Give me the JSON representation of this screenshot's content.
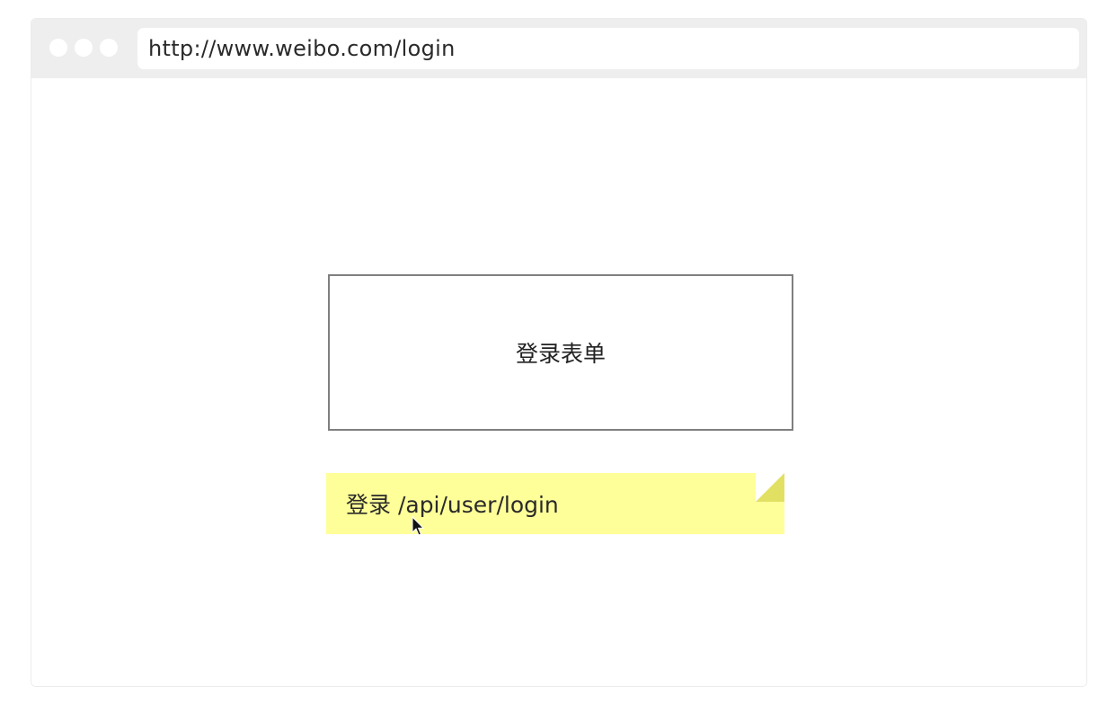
{
  "browser": {
    "address_bar": {
      "url": "http://www.weibo.com/login"
    }
  },
  "page": {
    "form_box": {
      "label": "登录表单"
    },
    "note": {
      "text": "登录 /api/user/login",
      "color": "#ffff99",
      "fold_color": "#e2e063"
    }
  },
  "icons": {
    "window_controls": [
      "close-dot-icon",
      "minimize-dot-icon",
      "maximize-dot-icon"
    ],
    "cursor": "mouse-pointer-icon"
  }
}
